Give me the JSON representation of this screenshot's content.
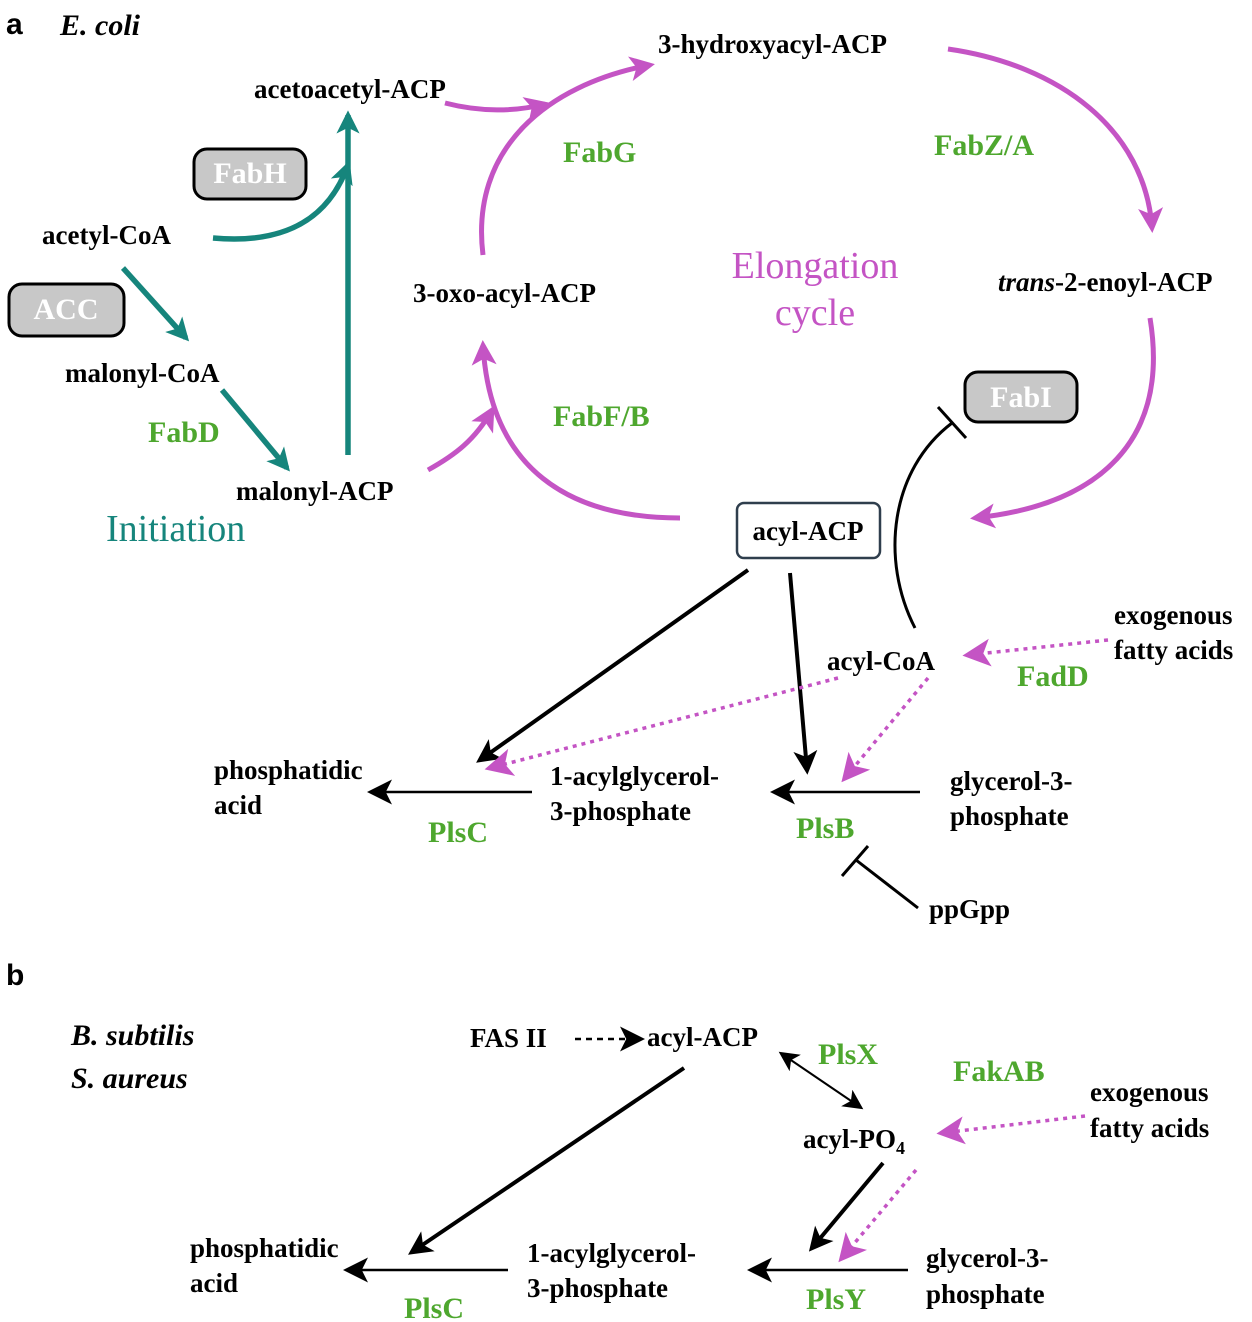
{
  "colors": {
    "teal": "#16857c",
    "magenta": "#c454c4",
    "green": "#4ea72e",
    "gray_box": "#c8c8c8",
    "box_border": "#2f3e4d"
  },
  "panel_a": {
    "label": "a",
    "organism": "E. coli",
    "metabolites": {
      "acetoacetyl_acp": "acetoacetyl-ACP",
      "hydroxyacyl_acp": "3-hydroxyacyl-ACP",
      "acetyl_coa": "acetyl-CoA",
      "malonyl_coa": "malonyl-CoA",
      "malonyl_acp": "malonyl-ACP",
      "oxo_acyl_acp": "3-oxo-acyl-ACP",
      "enoyl_acp_prefix": "trans",
      "enoyl_acp_suffix": "-2-enoyl-ACP",
      "acyl_acp": "acyl-ACP",
      "acyl_coa": "acyl-CoA",
      "exogenous_1": "exogenous",
      "exogenous_2": "fatty acids",
      "phosphatidic_1": "phosphatidic",
      "phosphatidic_2": "acid",
      "acylglycerol_1": "1-acylglycerol-",
      "acylglycerol_2": "3-phosphate",
      "glycerol_1": "glycerol-3-",
      "glycerol_2": "phosphate",
      "ppgpp": "ppGpp"
    },
    "enzymes": {
      "fabh": "FabH",
      "acc": "ACC",
      "fabd": "FabD",
      "fabg": "FabG",
      "fabza": "FabZ/A",
      "fabi": "FabI",
      "fabfb": "FabF/B",
      "fadd": "FadD",
      "plsc": "PlsC",
      "plsb": "PlsB"
    },
    "labels": {
      "initiation": "Initiation",
      "elongation_1": "Elongation",
      "elongation_2": "cycle"
    }
  },
  "panel_b": {
    "label": "b",
    "organism_1": "B. subtilis",
    "organism_2": "S. aureus",
    "metabolites": {
      "fas2": "FAS II",
      "acyl_acp": "acyl-ACP",
      "acyl_po4_base": "acyl-PO",
      "acyl_po4_sub": "4",
      "exogenous_1": "exogenous",
      "exogenous_2": "fatty acids",
      "phosphatidic_1": "phosphatidic",
      "phosphatidic_2": "acid",
      "acylglycerol_1": "1-acylglycerol-",
      "acylglycerol_2": "3-phosphate",
      "glycerol_1": "glycerol-3-",
      "glycerol_2": "phosphate"
    },
    "enzymes": {
      "plsx": "PlsX",
      "fakab": "FakAB",
      "plsc": "PlsC",
      "plsy": "PlsY"
    }
  }
}
